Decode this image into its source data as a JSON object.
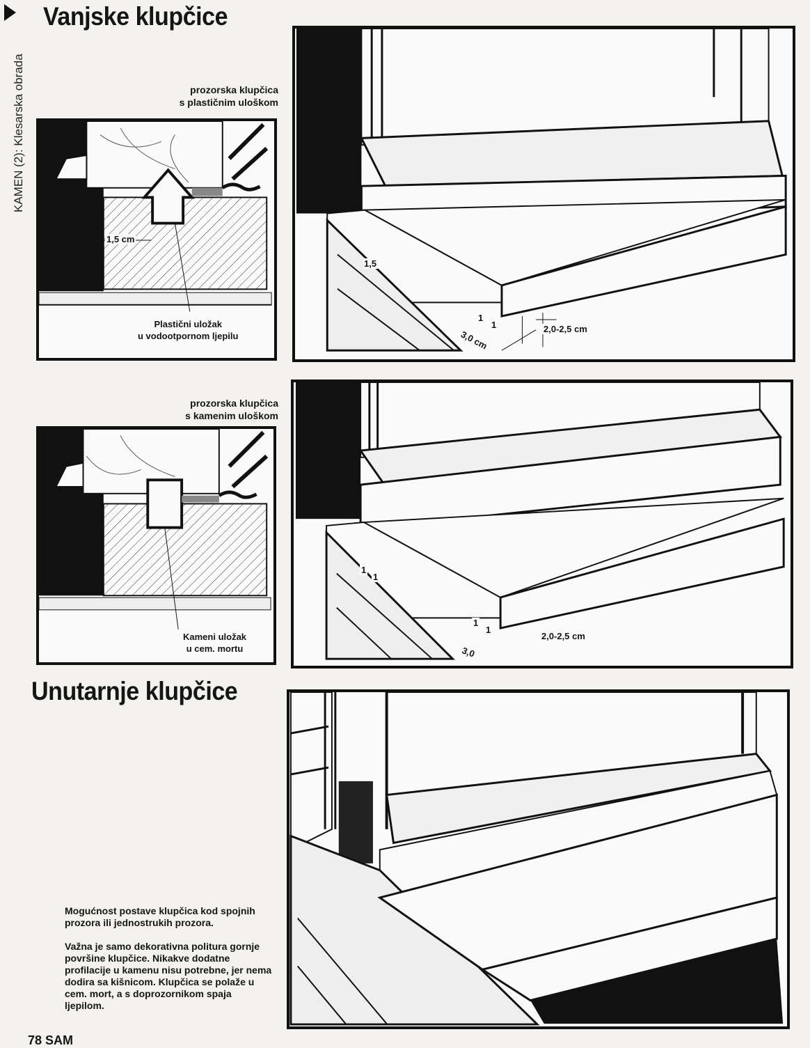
{
  "section_label": "KAMEN (2): Klesarska obrada",
  "title_outer": "Vanjske klupčice",
  "title_inner": "Unutarnje klupčice",
  "figure1": {
    "caption_line1": "prozorska klupčica",
    "caption_line2": "s plastičnim uloškom",
    "dim_left": "1,5 cm",
    "note_line1": "Plastični uložak",
    "note_line2": "u vodootpornom ljepilu",
    "dim_groove": "1,5",
    "dim_a": "1",
    "dim_b": "1",
    "dim_depth": "3,0 cm",
    "dim_thickness": "2,0-2,5 cm"
  },
  "figure2": {
    "caption_line1": "prozorska klupčica",
    "caption_line2": "s kamenim uloškom",
    "note_line1": "Kameni uložak",
    "note_line2": "u cem. mortu",
    "dim_c": "1",
    "dim_d": "1",
    "dim_a": "1",
    "dim_b": "1",
    "dim_depth": "3,0",
    "dim_thickness": "2,0-2,5 cm"
  },
  "body": {
    "para1": "Mogućnost postave klupčica kod spojnih prozora ili jednostrukih prozora.",
    "para2": "Važna je samo dekorativna politura gornje površine klupčice. Nikakve dodatne profilacije u kamenu nisu potrebne, jer nema dodira sa kišnicom. Klupčica se polaže u cem. mort, a s doprozornikom spaja ljepilom."
  },
  "footer": "78 SAM"
}
